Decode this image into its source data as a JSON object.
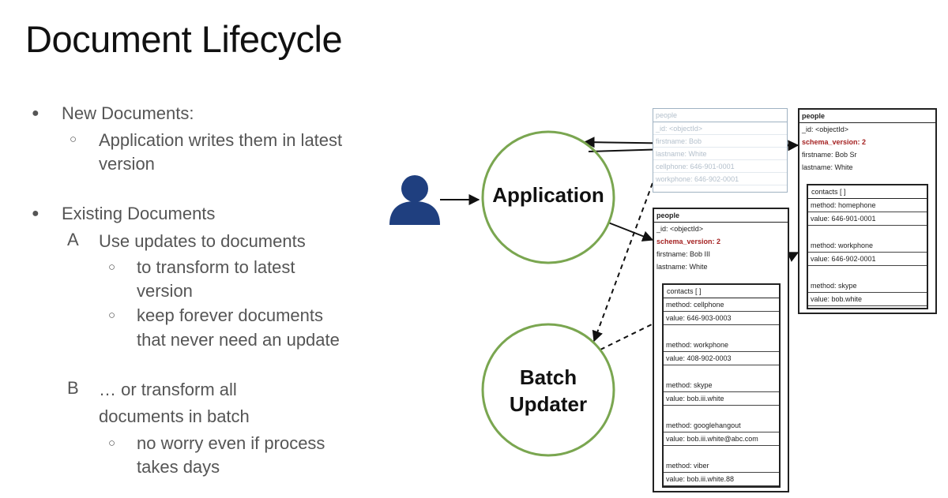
{
  "title": "Document Lifecycle",
  "bullets": {
    "new_docs": "New Documents:",
    "new_docs_sub1": "Application writes them in latest",
    "new_docs_sub2": "version",
    "existing": "Existing Documents",
    "a_mark": "A",
    "a_text": "Use updates to documents",
    "a_sub1_l1": "to transform to latest",
    "a_sub1_l2": "version",
    "a_sub2_l1": "keep forever documents",
    "a_sub2_l2": "that never need an update",
    "b_mark": "B",
    "b_text_l1": "… or transform all",
    "b_text_l2": "documents in batch",
    "b_sub1_l1": "no worry even if process",
    "b_sub1_l2": "takes days"
  },
  "diagram": {
    "application_label": "Application",
    "batch_label_l1": "Batch",
    "batch_label_l2": "Updater",
    "circle_color": "#7aa650",
    "user_icon": "user-icon",
    "user_color": "#1f3f7f",
    "faded_doc": {
      "header": "people",
      "rows": [
        "_id: <objectId>",
        "firstname: Bob",
        "lastname: White",
        "cellphone: 646-901-0001",
        "workphone: 646-902-0001"
      ]
    },
    "doc_sr": {
      "header": "people",
      "rows": [
        {
          "text": "_id: <objectId>",
          "highlight": false
        },
        {
          "text": "schema_version: 2",
          "highlight": true
        },
        {
          "text": "firstname: Bob Sr",
          "highlight": false
        },
        {
          "text": "lastname: White",
          "highlight": false
        }
      ],
      "contacts_header": "contacts [ ]",
      "contacts": [
        {
          "method": "method: homephone",
          "value": "value: 646-901-0001"
        },
        {
          "method": "method: workphone",
          "value": "value: 646-902-0001"
        },
        {
          "method": "method: skype",
          "value": "value: bob.white"
        }
      ]
    },
    "doc_iii": {
      "header": "people",
      "rows": [
        {
          "text": "_id: <objectId>",
          "highlight": false
        },
        {
          "text": "schema_version: 2",
          "highlight": true
        },
        {
          "text": "firstname: Bob III",
          "highlight": false
        },
        {
          "text": "lastname: White",
          "highlight": false
        }
      ],
      "contacts_header": "contacts [ ]",
      "contacts": [
        {
          "method": "method: cellphone",
          "value": "value: 646-903-0003"
        },
        {
          "method": "method: workphone",
          "value": "value: 408-902-0003"
        },
        {
          "method": "method: skype",
          "value": "value: bob.iii.white"
        },
        {
          "method": "method: googlehangout",
          "value": "value: bob.iii.white@abc.com"
        },
        {
          "method": "method: viber",
          "value": "value: bob.iii.white.88"
        }
      ]
    }
  }
}
